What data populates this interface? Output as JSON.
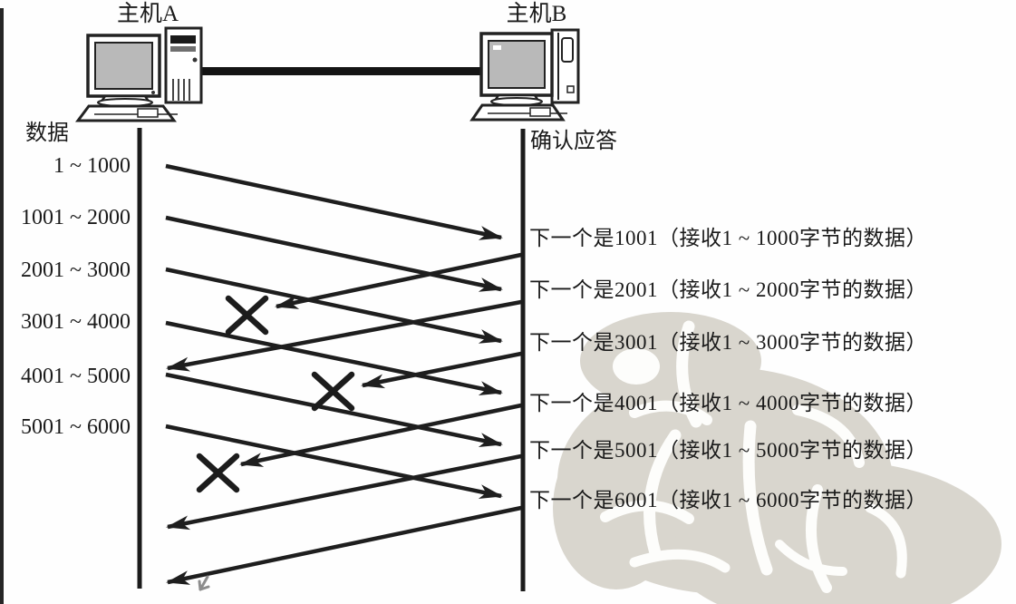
{
  "hosts": {
    "a_label": "主机A",
    "b_label": "主机B"
  },
  "sender_column": {
    "header": "数据",
    "segments": [
      "1 ~ 1000",
      "1001 ~ 2000",
      "2001 ~ 3000",
      "3001 ~ 4000",
      "4001 ~ 5000",
      "5001 ~ 6000"
    ]
  },
  "receiver_column": {
    "header": "确认应答",
    "ack_messages": [
      "下一个是1001（接收1 ~ 1000字节的数据）",
      "下一个是2001（接收1 ~ 2000字节的数据）",
      "下一个是3001（接收1 ~ 3000字节的数据）",
      "下一个是4001（接收1 ~ 4000字节的数据）",
      "下一个是5001（接收1 ~ 5000字节的数据）",
      "下一个是6001（接收1 ~ 6000字节的数据）"
    ]
  },
  "flows": {
    "data_arrow_count": 6,
    "ack_arrow_count": 6,
    "lost_ack_marks": 3,
    "ack_lost_flags": [
      true,
      false,
      true,
      true,
      false,
      false
    ]
  },
  "colors": {
    "ink": "#1e1e1e",
    "monitor_screen_gray": "#b9b9b9",
    "watermark_gray": "#d9d6ce",
    "stray_arrow_gray": "#8d8d8d"
  }
}
